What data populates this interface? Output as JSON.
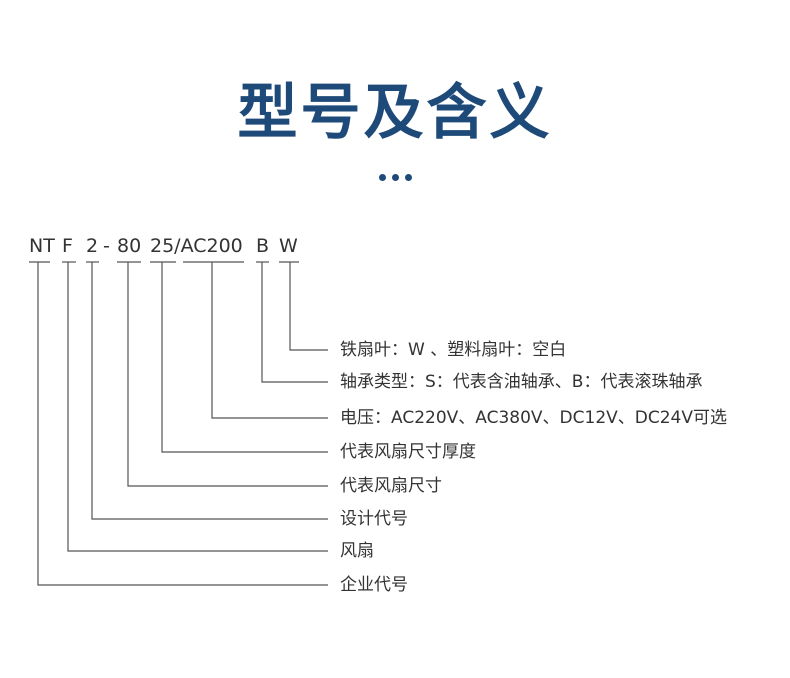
{
  "title": "型号及含义",
  "code_parts": [
    "NT",
    "F",
    "2",
    "-",
    "80",
    "25/AC200",
    "B",
    "W"
  ],
  "labels": [
    "铁扇叶：W 、塑料扇叶：空白",
    "轴承类型：S：代表含油轴承、B：代表滚珠轴承",
    "电压：AC220V、AC380V、DC12V、DC24V可选",
    "代表风扇尺寸厚度",
    "代表风扇尺寸",
    "设计代号",
    "风扇",
    "企业代号"
  ],
  "colors": {
    "title": "#1e4a7a",
    "text": "#333333",
    "lines": "#555555"
  }
}
